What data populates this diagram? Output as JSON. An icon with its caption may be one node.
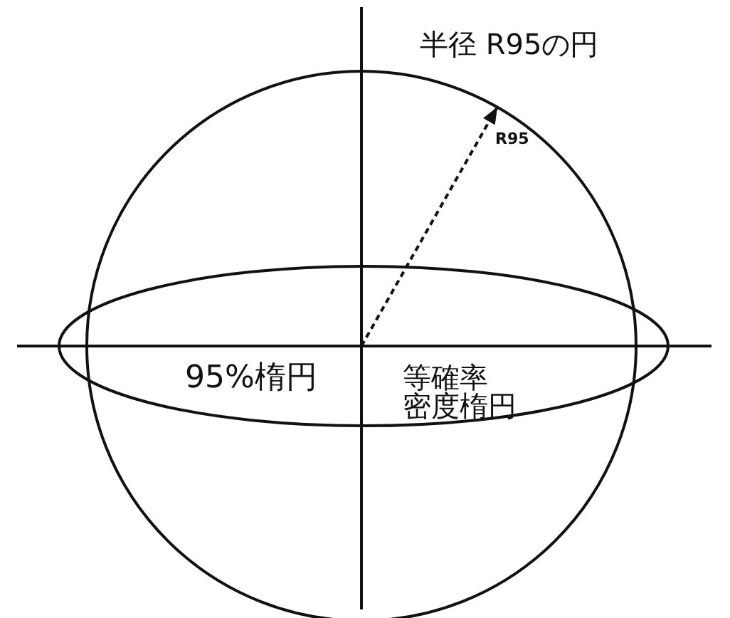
{
  "diagram": {
    "nodes": [
      {
        "text": [
          "半径 R95の円"
        ]
      },
      {
        "text": [
          "95%楕円",
          "等確率密度楕円"
        ]
      }
    ],
    "labels": [
      "R95"
    ]
  }
}
